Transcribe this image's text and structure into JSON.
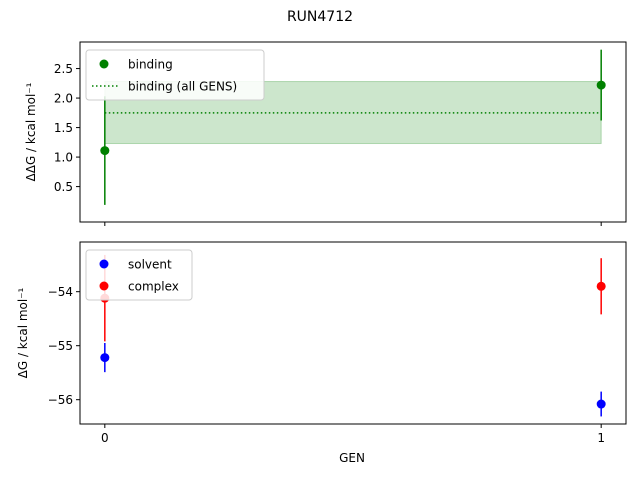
{
  "title": "RUN4712",
  "chart_data": [
    {
      "type": "scatter",
      "ylabel": "ΔΔG / kcal mol⁻¹",
      "x": [
        0,
        1
      ],
      "xlim": [
        -0.05,
        1.05
      ],
      "ylim": [
        -0.1,
        2.95
      ],
      "yticks": [
        0.5,
        1.0,
        1.5,
        2.0,
        2.5
      ],
      "ytick_labels": [
        "0.5",
        "1.0",
        "1.5",
        "2.0",
        "2.5"
      ],
      "series": [
        {
          "name": "binding",
          "color": "#008000",
          "values": [
            1.11,
            2.22
          ],
          "yerr": [
            0.92,
            0.6
          ]
        }
      ],
      "reference": {
        "name": "binding (all GENS)",
        "color": "#008000",
        "value": 1.75,
        "band": [
          1.23,
          2.28
        ],
        "style": "dotted"
      },
      "legend": "top-left"
    },
    {
      "type": "scatter",
      "ylabel": "ΔG / kcal mol⁻¹",
      "xlabel": "GEN",
      "x": [
        0,
        1
      ],
      "xticks": [
        0,
        1
      ],
      "xtick_labels": [
        "0",
        "1"
      ],
      "xlim": [
        -0.05,
        1.05
      ],
      "ylim": [
        -56.45,
        -53.08
      ],
      "yticks": [
        -56,
        -55,
        -54
      ],
      "ytick_labels": [
        "−56",
        "−55",
        "−54"
      ],
      "series": [
        {
          "name": "solvent",
          "color": "#0000ff",
          "values": [
            -55.22,
            -56.08
          ],
          "yerr": [
            0.27,
            0.23
          ]
        },
        {
          "name": "complex",
          "color": "#ff0000",
          "values": [
            -54.12,
            -53.9
          ],
          "yerr": [
            0.8,
            0.52
          ]
        }
      ],
      "legend": "top-left"
    }
  ]
}
